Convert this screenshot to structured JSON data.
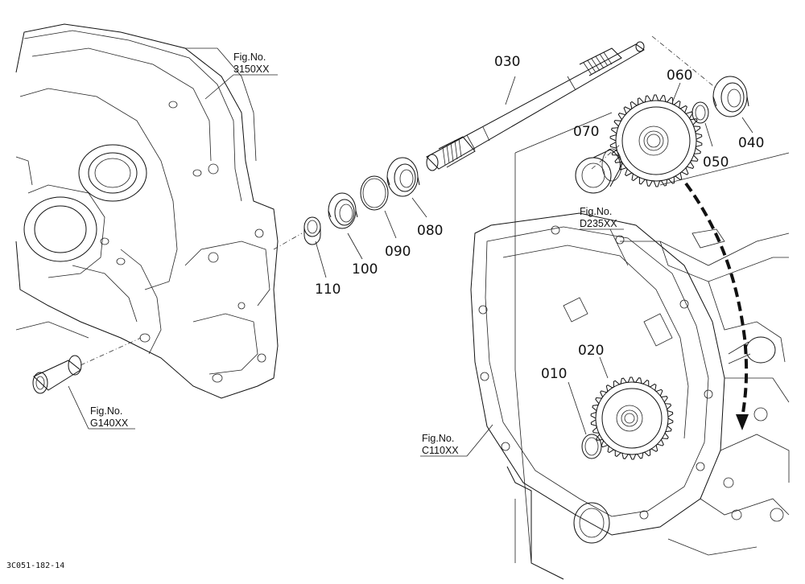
{
  "parts": [
    {
      "id": "p010",
      "label": "010"
    },
    {
      "id": "p020",
      "label": "020"
    },
    {
      "id": "p030",
      "label": "030"
    },
    {
      "id": "p040",
      "label": "040"
    },
    {
      "id": "p050",
      "label": "050"
    },
    {
      "id": "p060",
      "label": "060"
    },
    {
      "id": "p070",
      "label": "070"
    },
    {
      "id": "p080",
      "label": "080"
    },
    {
      "id": "p090",
      "label": "090"
    },
    {
      "id": "p100",
      "label": "100"
    },
    {
      "id": "p110",
      "label": "110"
    }
  ],
  "figure_refs": {
    "fig3150": {
      "title": "Fig.No.",
      "code": "3150XX"
    },
    "figD235": {
      "title": "Fig.No.",
      "code": "D235XX"
    },
    "figG140": {
      "title": "Fig.No.",
      "code": "G140XX"
    },
    "figC110": {
      "title": "Fig.No.",
      "code": "C110XX"
    }
  },
  "footer": {
    "code": "3C051-182-14"
  }
}
